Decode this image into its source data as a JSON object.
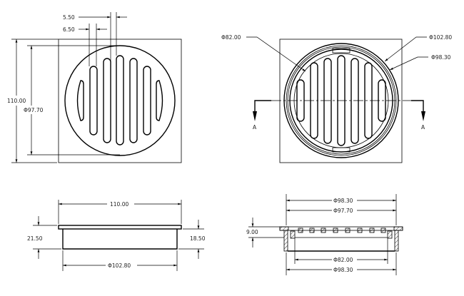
{
  "top_view": {
    "slot_pitch": "5.50",
    "slot_width": "6.50",
    "overall_size": "110.00",
    "grate_diameter": "Φ97.70"
  },
  "top_view_detail": {
    "inner_diameter": "Φ82.00",
    "outer_diameter": "Φ102.80",
    "mid_diameter": "Φ98.30",
    "section_label_left": "A",
    "section_label_right": "A"
  },
  "side_view": {
    "width": "110.00",
    "total_height": "21.50",
    "body_height": "18.50",
    "body_diameter": "Φ102.80"
  },
  "section_view": {
    "top_diameter_1": "Φ98.30",
    "top_diameter_2": "Φ97.70",
    "grate_thickness": "9.00",
    "inner_diameter": "Φ82.00",
    "bottom_diameter": "Φ98.30"
  },
  "colors": {
    "line": "#000000",
    "background": "#ffffff"
  }
}
